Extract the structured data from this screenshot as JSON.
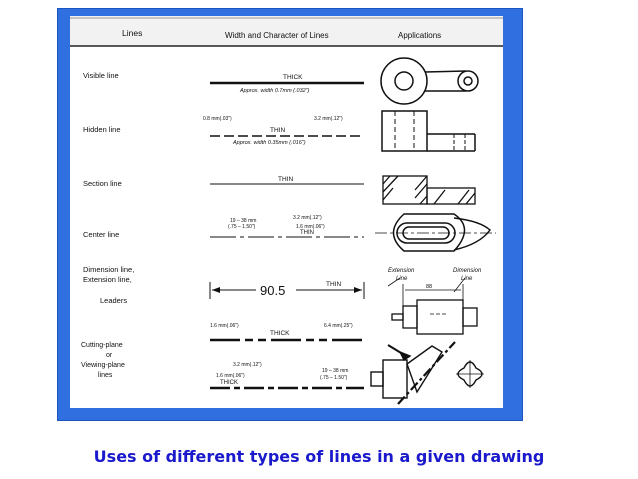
{
  "caption": "Uses of different types of lines in a given drawing",
  "headers": {
    "lines": "Lines",
    "width": "Width and Character of Lines",
    "applications": "Applications"
  },
  "rows": {
    "visible": {
      "label": "Visible line",
      "thick": "THICK",
      "approx": "Approx. width 0.7mm (.032\")"
    },
    "hidden": {
      "label": "Hidden line",
      "dash": "0.8 mm(.03\")",
      "gap": "3.2 mm(.12\")",
      "thin": "THIN",
      "approx": "Approx. width 0.35mm (.016\")"
    },
    "section": {
      "label": "Section line",
      "thin": "THIN"
    },
    "center": {
      "label": "Center line",
      "long": "19 – 38 mm",
      "long2": "(.75 – 1.50\")",
      "short1": "3.2 mm(.12\")",
      "short2": "1.6 mm(.06\")",
      "thin": "THIN"
    },
    "dimension": {
      "label1": "Dimension line,",
      "label2": "Extension line,",
      "label3": "Leaders",
      "value": "90.5",
      "thin": "THIN",
      "ext": "Extension",
      "ext2": "Line",
      "dim": "Dimension",
      "dim2": "Line",
      "dim_value": "88"
    },
    "cutting": {
      "label1": "Cutting-plane",
      "label2": "or",
      "label3": "Viewing-plane",
      "label4": "lines",
      "a": "1.6 mm(.06\")",
      "thick": "THICK",
      "b": "6.4 mm(.25\")",
      "c": "3.2 mm(.12\")",
      "d": "1.6 mm(.06\")",
      "thick2": "THICK",
      "e": "19 – 38 mm",
      "f": "(.75 – 1.50\")"
    }
  }
}
